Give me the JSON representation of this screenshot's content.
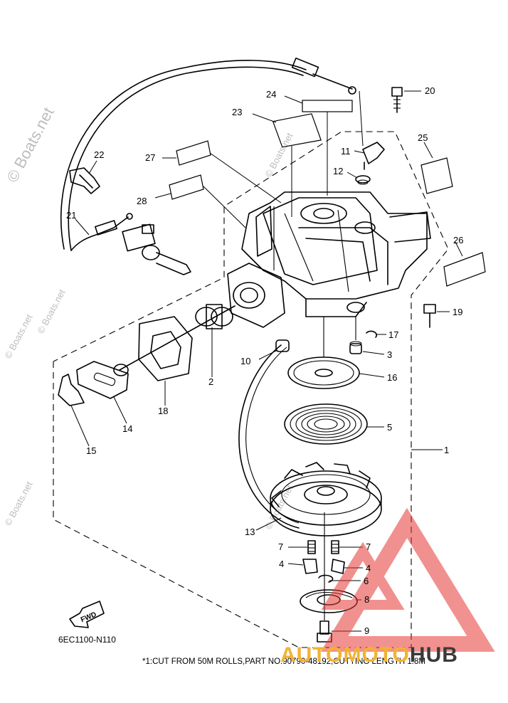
{
  "watermark": {
    "text": "© Boats.net",
    "color": "#bdbdbd"
  },
  "diagram": {
    "code": "6EC1100-N110",
    "note": "*1:CUT FROM 50M ROLLS,PART NO.90790-48192,CUTTING LENGTH 1.8M",
    "fwd_label": "FWD",
    "callouts": {
      "c1": "1",
      "c2": "2",
      "c3": "3",
      "c4a": "4",
      "c4b": "4",
      "c5": "5",
      "c6": "6",
      "c7a": "7",
      "c7b": "7",
      "c8": "8",
      "c9": "9",
      "c10": "10",
      "c11": "11",
      "c12": "12",
      "c13": "13",
      "c14": "14",
      "c15": "15",
      "c16": "16",
      "c17": "17",
      "c18": "18",
      "c19": "19",
      "c20": "20",
      "c21": "21",
      "c22": "22",
      "c23": "23",
      "c24": "24",
      "c25": "25",
      "c26": "26",
      "c27": "27",
      "c28": "28"
    },
    "highlight_color": "#e53935"
  },
  "logo": {
    "auto": "AUTOMOTO",
    "hub": "HUB",
    "triangle_color": "#f4a6a6",
    "auto_color": "#f2b233",
    "hub_color": "#3a3a3a"
  }
}
